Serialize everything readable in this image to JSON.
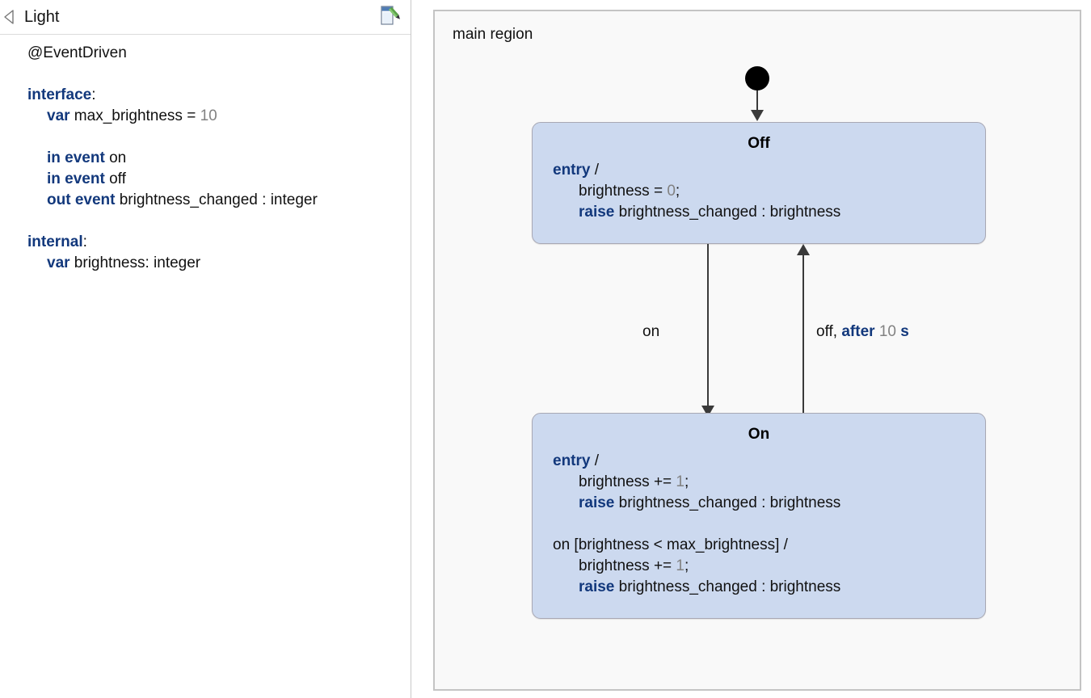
{
  "left_panel": {
    "collapse_icon": "collapse-left-triangle-icon",
    "title": "Light",
    "header_icons": [
      "document-edit-icon"
    ],
    "code": {
      "annotation": "@EventDriven",
      "lines": [
        {
          "indent": 0,
          "parts": [
            {
              "t": "interface",
              "s": "kw"
            },
            {
              "t": ":",
              "s": "plain"
            }
          ]
        },
        {
          "indent": 1,
          "parts": [
            {
              "t": "var",
              "s": "kw"
            },
            {
              "t": " max_brightness = ",
              "s": "plain"
            },
            {
              "t": "10",
              "s": "num"
            }
          ]
        },
        {
          "indent": 0,
          "parts": []
        },
        {
          "indent": 1,
          "parts": [
            {
              "t": "in event",
              "s": "kw"
            },
            {
              "t": " on",
              "s": "plain"
            }
          ]
        },
        {
          "indent": 1,
          "parts": [
            {
              "t": "in event",
              "s": "kw"
            },
            {
              "t": " off",
              "s": "plain"
            }
          ]
        },
        {
          "indent": 1,
          "parts": [
            {
              "t": "out event",
              "s": "kw"
            },
            {
              "t": " brightness_changed : integer",
              "s": "plain"
            }
          ]
        },
        {
          "indent": 0,
          "parts": []
        },
        {
          "indent": 0,
          "parts": [
            {
              "t": "internal",
              "s": "kw"
            },
            {
              "t": ":",
              "s": "plain"
            }
          ]
        },
        {
          "indent": 1,
          "parts": [
            {
              "t": "var",
              "s": "kw"
            },
            {
              "t": " brightness: integer",
              "s": "plain"
            }
          ]
        }
      ]
    }
  },
  "diagram": {
    "region_label": "main region",
    "initial_node": "initial-pseudostate",
    "states": [
      {
        "id": "off",
        "name": "Off",
        "lines": [
          {
            "indent": 0,
            "parts": [
              {
                "t": "entry",
                "s": "kw"
              },
              {
                "t": " /",
                "s": "plain"
              }
            ]
          },
          {
            "indent": 1,
            "parts": [
              {
                "t": "brightness = ",
                "s": "plain"
              },
              {
                "t": "0",
                "s": "num"
              },
              {
                "t": ";",
                "s": "plain"
              }
            ]
          },
          {
            "indent": 1,
            "parts": [
              {
                "t": "raise",
                "s": "kw"
              },
              {
                "t": " brightness_changed : brightness",
                "s": "plain"
              }
            ]
          }
        ]
      },
      {
        "id": "on",
        "name": "On",
        "lines": [
          {
            "indent": 0,
            "parts": [
              {
                "t": "entry",
                "s": "kw"
              },
              {
                "t": " /",
                "s": "plain"
              }
            ]
          },
          {
            "indent": 1,
            "parts": [
              {
                "t": "brightness += ",
                "s": "plain"
              },
              {
                "t": "1",
                "s": "num"
              },
              {
                "t": ";",
                "s": "plain"
              }
            ]
          },
          {
            "indent": 1,
            "parts": [
              {
                "t": "raise",
                "s": "kw"
              },
              {
                "t": " brightness_changed : brightness",
                "s": "plain"
              }
            ]
          },
          {
            "indent": 0,
            "parts": []
          },
          {
            "indent": 0,
            "parts": [
              {
                "t": "on [brightness < max_brightness] /",
                "s": "plain"
              }
            ]
          },
          {
            "indent": 1,
            "parts": [
              {
                "t": "brightness += ",
                "s": "plain"
              },
              {
                "t": "1",
                "s": "num"
              },
              {
                "t": ";",
                "s": "plain"
              }
            ]
          },
          {
            "indent": 1,
            "parts": [
              {
                "t": "raise",
                "s": "kw"
              },
              {
                "t": " brightness_changed : brightness",
                "s": "plain"
              }
            ]
          }
        ]
      }
    ],
    "transitions": [
      {
        "id": "off-to-on",
        "label_parts": [
          {
            "t": "on",
            "s": "plain"
          }
        ]
      },
      {
        "id": "on-to-off",
        "label_parts": [
          {
            "t": "off, ",
            "s": "plain"
          },
          {
            "t": "after",
            "s": "kw"
          },
          {
            "t": " ",
            "s": "plain"
          },
          {
            "t": "10",
            "s": "num"
          },
          {
            "t": " ",
            "s": "plain"
          },
          {
            "t": "s",
            "s": "kw"
          }
        ]
      }
    ]
  },
  "colors": {
    "keyword": "#12387c",
    "number": "#828282",
    "state_fill": "#ccd9ef",
    "state_border": "#a8a8b4",
    "canvas_bg": "#f9f9f9",
    "canvas_border": "#c4c4c4",
    "transition_line": "#3a3a3a"
  }
}
